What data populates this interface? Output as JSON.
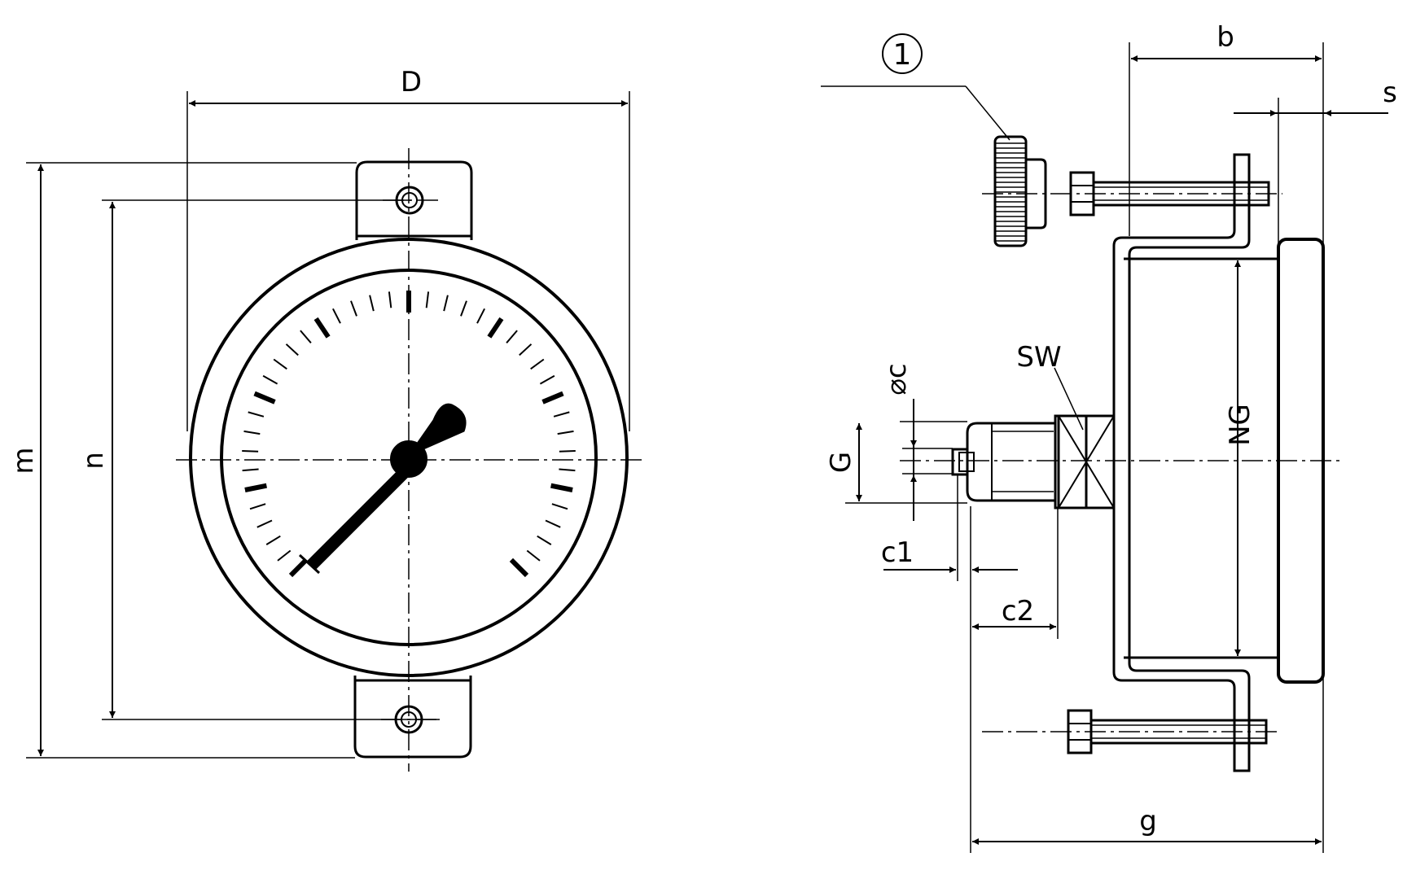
{
  "front_view": {
    "dimensions": {
      "D": "D",
      "m": "m",
      "n": "n"
    }
  },
  "side_view": {
    "callout": "1",
    "dimensions": {
      "b": "b",
      "s": "s",
      "NG": "NG",
      "SW": "SW",
      "phi_c": "⌀c",
      "G": "G",
      "c1": "c1",
      "c2": "c2",
      "g": "g"
    }
  },
  "colors": {
    "line": "#000000",
    "background": "#ffffff"
  }
}
